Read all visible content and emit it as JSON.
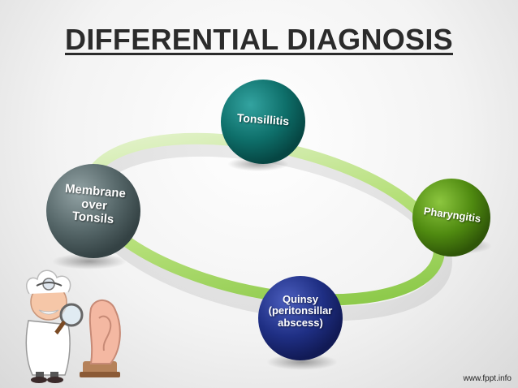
{
  "title": "DIFFERENTIAL DIAGNOSIS",
  "nodes": {
    "tonsillitis": {
      "label": "Tonsillitis",
      "color": "#0e6f6a"
    },
    "pharyngitis": {
      "label": "Pharyngitis",
      "color": "#4f8a10"
    },
    "quinsy": {
      "label": "Quinsy\n(peritonsillar\nabscess)",
      "color": "#1f2f84"
    },
    "membrane": {
      "label": "Membrane\nover\nTonsils",
      "color": "#566769"
    }
  },
  "ring_color": "#b6e07a",
  "watermark": "www.fppt.info"
}
